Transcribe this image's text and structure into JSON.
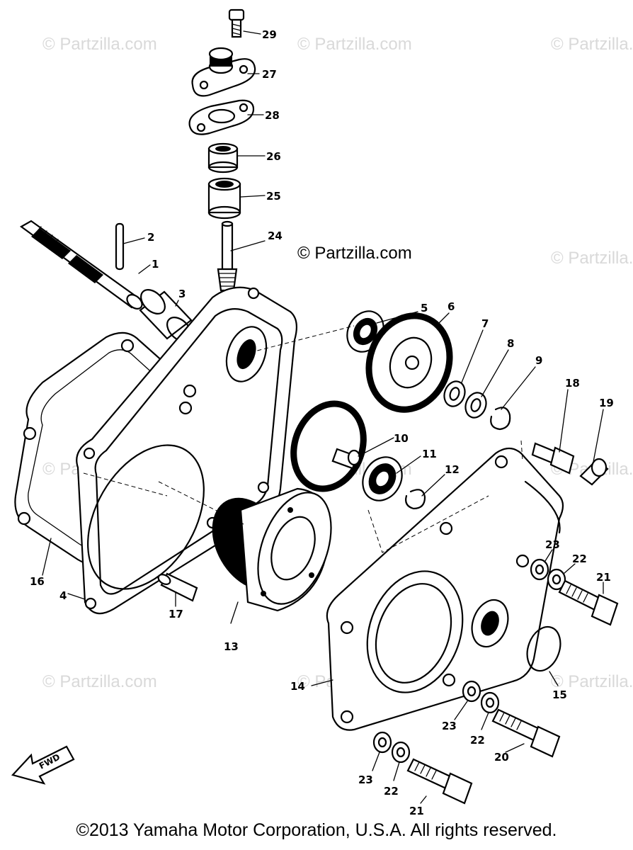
{
  "diagram": {
    "callouts": [
      "29",
      "27",
      "28",
      "26",
      "25",
      "24",
      "2",
      "1",
      "3",
      "5",
      "6",
      "7",
      "8",
      "9",
      "10",
      "11",
      "12",
      "13",
      "16",
      "4",
      "17",
      "18",
      "19",
      "23",
      "22",
      "21",
      "14",
      "15",
      "23",
      "22",
      "20",
      "23",
      "22",
      "21"
    ],
    "watermark": "© Partzilla.com",
    "direction_marker": "FWD"
  },
  "footer": {
    "copyright": "©2013 Yamaha Motor Corporation, U.S.A. All rights reserved."
  }
}
